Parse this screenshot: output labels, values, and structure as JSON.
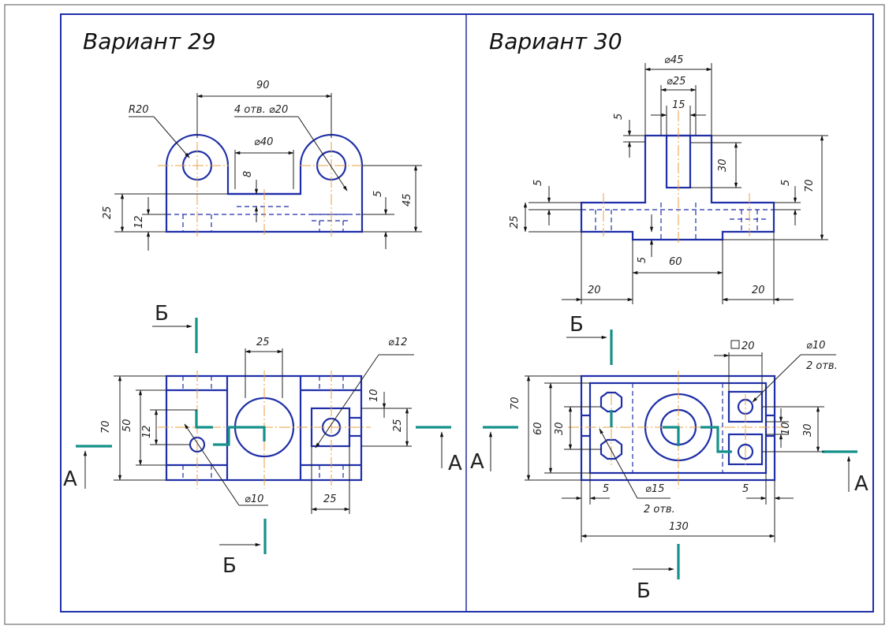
{
  "variant29": {
    "title": "Вариант 29",
    "labels": {
      "d90": "90",
      "r20": "R20",
      "holes": "4 отв. ⌀20",
      "d40": "⌀40",
      "d8": "8",
      "d5": "5",
      "d45": "45",
      "d25": "25",
      "d12": "12",
      "top25": "25",
      "phi12": "⌀12",
      "d10": "10",
      "right25": "25",
      "d70": "70",
      "d50": "50",
      "left12": "12",
      "phi10": "⌀10",
      "bottom25": "25"
    },
    "sections": {
      "b_top": "Б",
      "b_bottom": "Б",
      "a_left": "А",
      "a_right": "А"
    }
  },
  "variant30": {
    "title": "Вариант 30",
    "labels": {
      "phi45": "⌀45",
      "phi25": "⌀25",
      "d15": "15",
      "d5a": "5",
      "d30": "30",
      "d5b": "5",
      "d70": "70",
      "d5c": "5",
      "d25": "25",
      "d5d": "5",
      "d60": "60",
      "d20l": "20",
      "d20r": "20",
      "sq20": "20",
      "phi10": "⌀10",
      "holes2a": "2 отв.",
      "d70p": "70",
      "d60p": "60",
      "d30l": "30",
      "d10": "10",
      "d30r": "30",
      "d5l": "5",
      "phi15": "⌀15",
      "d5r": "5",
      "holes2b": "2 отв.",
      "d130": "130"
    },
    "sections": {
      "b_top": "Б",
      "b_bottom": "Б",
      "a_left": "А",
      "a_right": "А"
    }
  }
}
